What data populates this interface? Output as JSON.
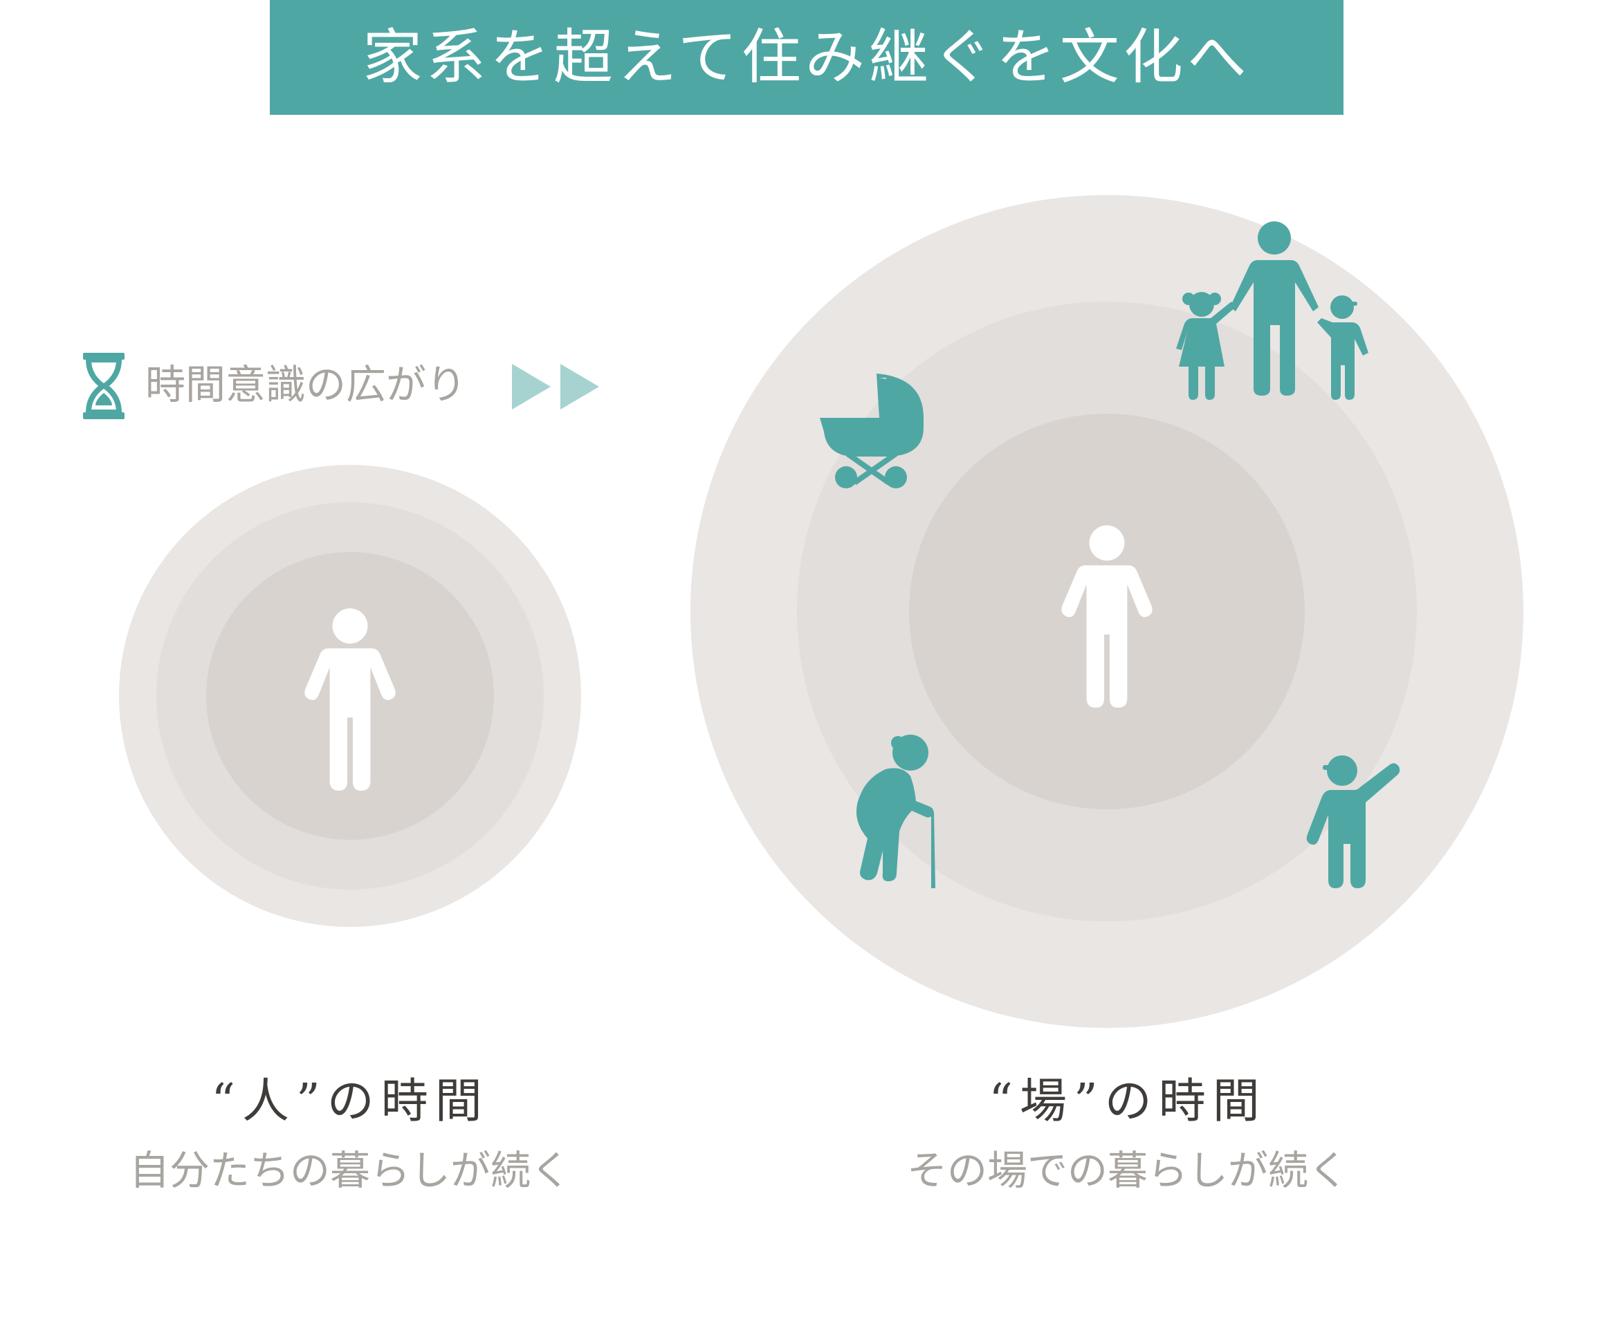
{
  "banner": {
    "title": "家系を超えて住み継ぐを文化へ"
  },
  "legend": {
    "label": "時間意識の広がり",
    "icon": "hourglass-icon",
    "arrows": "double-play-arrows"
  },
  "left_diagram": {
    "title": "“人”の時間",
    "subtitle": "自分たちの暮らしが続く",
    "center_icon": "person-icon"
  },
  "right_diagram": {
    "title": "“場”の時間",
    "subtitle": "その場での暮らしが続く",
    "center_icon": "person-icon",
    "surrounding_icons": [
      "baby-stroller-icon",
      "family-icon",
      "elderly-person-icon",
      "child-waving-icon"
    ]
  },
  "colors": {
    "accent": "#4fa7a4",
    "accent_light": "#a6d3d0",
    "ring_outer": "#e9e6e3",
    "ring_middle": "#e2dedb",
    "ring_inner": "#d8d3ce",
    "text_gray": "#a8a49f",
    "text_dark": "#3f3c39"
  }
}
